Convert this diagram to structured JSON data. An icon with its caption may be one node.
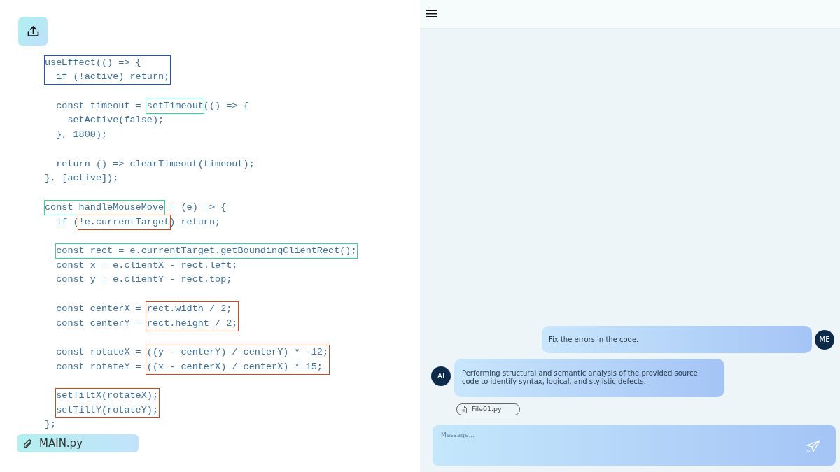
{
  "diagram": {
    "labels": [
      "useEffect(() => {",
      "if (!active) return;",
      "const timeout = setTimeout(() => {",
      "setActive(false);",
      "}, 1800);",
      "return () => clearTimeout(timeout);",
      "}, [active]);",
      "const handleMouseMove = (e) => {",
      "if (!e.currentTarget) return;",
      "const rect = e.currentTarget.getBoundingClientRect();",
      "const x = e.clientX - rect.left;",
      "const y = e.clientY - rect.top;",
      "const centerX = rect.width / 2;",
      "const centerY = rect.height / 2;",
      "const rotateX = ((y - centerY) / centerY) * -12;",
      "const rotateY = ((x - centerX) / centerX) * 15;",
      "setTiltX(rotateX);",
      "setTiltY(rotateY);",
      "};",
      "MAIN.py",
      "Fix the errors in the code.",
      "ME",
      "AI",
      "Performing structural and semantic analysis of the provided source code to identify syntax, logical, and stylistic defects.",
      "File01.py",
      "Message..."
    ]
  }
}
